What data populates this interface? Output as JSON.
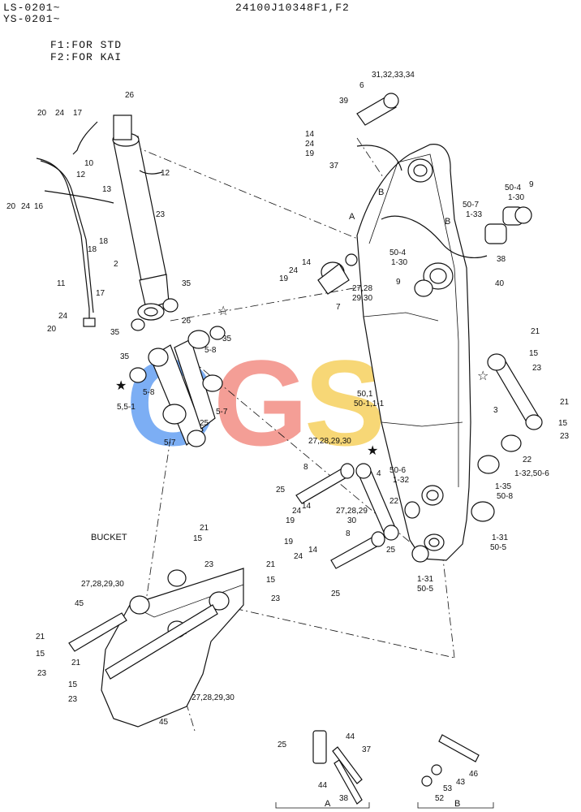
{
  "header": {
    "serial_line_1": "LS-0201~",
    "serial_line_2": "YS-0201~",
    "drawing_number": "24100J10348F1,F2",
    "note_line_1": "F1:FOR STD",
    "note_line_2": "F2:FOR KAI"
  },
  "watermark": {
    "letters": [
      "C",
      "G",
      "S",
      "C"
    ],
    "colors": [
      "#4a8ff0",
      "#f07a6e",
      "#f5c842",
      "#3aa86a"
    ]
  },
  "labels": {
    "bucket": "BUCKET",
    "detail_a_marker": "A",
    "detail_b_marker": "B",
    "detail_a_caption": "A",
    "detail_b_caption": "B"
  },
  "callouts": {
    "c26_top": "26",
    "c20_a": "20",
    "c24_a": "24",
    "c17_a": "17",
    "c10": "10",
    "c12_a": "12",
    "c12_b": "12",
    "c20_b": "20",
    "c24_b": "24",
    "c16": "16",
    "c13": "13",
    "c23_cyl": "23",
    "c18_a": "18",
    "c18_b": "18",
    "c2": "2",
    "c11": "11",
    "c17_b": "17",
    "c35_a": "35",
    "c24_c": "24",
    "c20_c": "20",
    "c35_b": "35",
    "c26_b": "26",
    "c35_c": "35",
    "c5_8_a": "5-8",
    "c35_d": "35",
    "c5_8_b": "5-8",
    "c5_5_1": "5,5-1",
    "c5_7_a": "5-7",
    "c5_7_b": "5-7",
    "c25_link": "25",
    "c31_34": "31,32,33,34",
    "c6": "6",
    "c39": "39",
    "c14_top": "14",
    "c24_top": "24",
    "c19_top": "19",
    "c37_top": "37",
    "c9_a": "9",
    "c50_4_a": "50-4",
    "c1_30_a": "1-30",
    "c50_7": "50-7",
    "c1_33": "1-33",
    "c50_4_b": "50-4",
    "c1_30_b": "1-30",
    "c9_b": "9",
    "c38_top": "38",
    "c40": "40",
    "c24_mid": "24",
    "c14_mid": "14",
    "c19_mid": "19",
    "c27_30_mid": "27,28",
    "c29_30_mid": "29,30",
    "c7": "7",
    "c21_r1": "21",
    "c15_r1": "15",
    "c23_r1": "23",
    "c3": "3",
    "c21_r2": "21",
    "c15_r2": "15",
    "c23_r2": "23",
    "c50_1": "50,1",
    "c50_1_1": "50-1,1-1",
    "c22": "22",
    "c1_32_50_6": "1-32,50-6",
    "c1_35": "1-35",
    "c50_8": "50-8",
    "c1_31_r": "1-31",
    "c50_5_r": "50-5",
    "c27_30_link": "27,28,29,30",
    "c8_a": "8",
    "c4": "4",
    "c50_6": "50-6",
    "c1_32": "1-32",
    "c25_m1": "25",
    "c24_m1": "24",
    "c14_m1": "14",
    "c19_m1": "19",
    "c27_29": "27,28,29",
    "c30": "30",
    "c22_m": "22",
    "c8_b": "8",
    "c25_m2": "25",
    "c19_m2": "19",
    "c24_m2": "24",
    "c14_m2": "14",
    "c25_m3": "25",
    "c1_31_b": "1-31",
    "c50_5_b": "50-5",
    "c21_b1": "21",
    "c15_b1": "15",
    "c23_b1": "23",
    "c21_b2": "21",
    "c15_b2": "15",
    "c23_b2": "23",
    "c27_30_b1": "27,28,29,30",
    "c45_a": "45",
    "c21_b3": "21",
    "c15_b3": "15",
    "c23_b3": "23",
    "c21_b4": "21",
    "c15_b4": "15",
    "c23_b4": "23",
    "c27_30_b2": "27,28,29,30",
    "c45_b": "45",
    "c25_da": "25",
    "c44_a": "44",
    "c37_da": "37",
    "c44_b": "44",
    "c38_da": "38",
    "c46": "46",
    "c43": "43",
    "c53": "53",
    "c52": "52"
  }
}
